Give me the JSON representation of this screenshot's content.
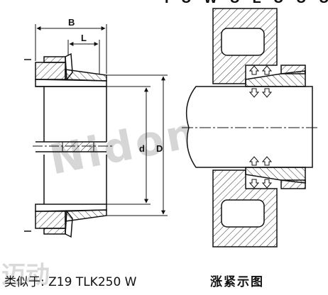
{
  "figure": {
    "heading_fragment": "I U W U L U U U N",
    "dimension_labels": {
      "B": "B",
      "L": "L",
      "d": "d",
      "D": "D"
    },
    "caption_left": "类似于: Z19  TLK250  W",
    "caption_right": "涨紧示图",
    "watermark_main": "Nidon 迈",
    "watermark_bottom": "迈动"
  },
  "colors": {
    "line": "#111111",
    "hatch": "#333333",
    "watermark": "#d6d6d6"
  }
}
